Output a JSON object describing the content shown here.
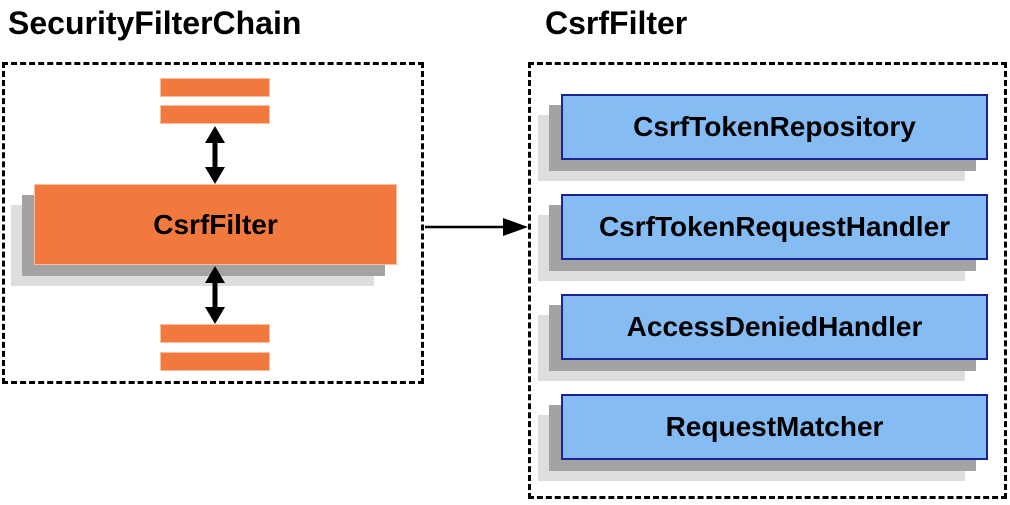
{
  "left_panel": {
    "title": "SecurityFilterChain",
    "filter_label": "CsrfFilter"
  },
  "right_panel": {
    "title": "CsrfFilter",
    "components": [
      "CsrfTokenRepository",
      "CsrfTokenRequestHandler",
      "AccessDeniedHandler",
      "RequestMatcher"
    ]
  },
  "colors": {
    "orange_fill": "#F2793D",
    "orange_border": "#FBBE9A",
    "blue_fill": "#85BCF4",
    "blue_border": "#1A2399",
    "shadow_dark": "#A3A3A3",
    "shadow_light": "#DEDEDE",
    "line": "#000000"
  }
}
